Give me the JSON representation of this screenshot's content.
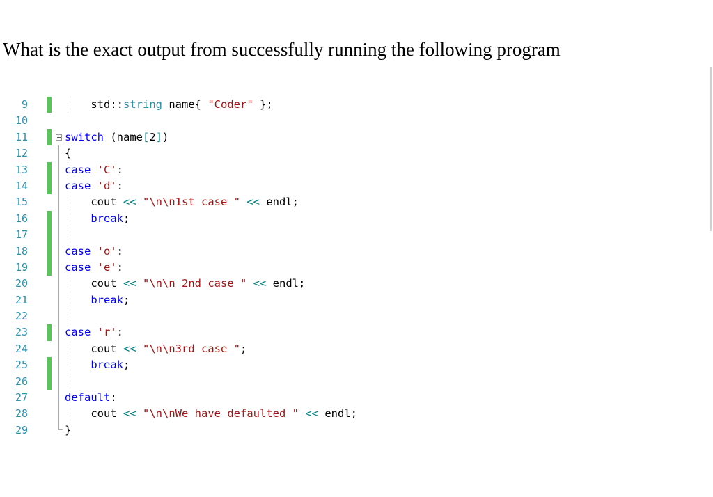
{
  "question": "What is the exact output from successfully running the following program",
  "code_lines": [
    {
      "num": "9",
      "parts": [
        {
          "t": "    std::",
          "c": "plain"
        },
        {
          "t": "string",
          "c": "ty"
        },
        {
          "t": " name{ ",
          "c": "plain"
        },
        {
          "t": "\"Coder\"",
          "c": "st"
        },
        {
          "t": " };",
          "c": "plain"
        }
      ]
    },
    {
      "num": "10",
      "parts": []
    },
    {
      "num": "11",
      "parts": [
        {
          "t": "switch",
          "c": "kw"
        },
        {
          "t": " (name",
          "c": "plain"
        },
        {
          "t": "[",
          "c": "op"
        },
        {
          "t": "2",
          "c": "plain"
        },
        {
          "t": "]",
          "c": "op"
        },
        {
          "t": ")",
          "c": "plain"
        }
      ]
    },
    {
      "num": "12",
      "parts": [
        {
          "t": "{",
          "c": "plain"
        }
      ]
    },
    {
      "num": "13",
      "parts": [
        {
          "t": "case",
          "c": "kw"
        },
        {
          "t": " ",
          "c": "plain"
        },
        {
          "t": "'C'",
          "c": "st"
        },
        {
          "t": ":",
          "c": "plain"
        }
      ]
    },
    {
      "num": "14",
      "parts": [
        {
          "t": "case",
          "c": "kw"
        },
        {
          "t": " ",
          "c": "plain"
        },
        {
          "t": "'d'",
          "c": "st"
        },
        {
          "t": ":",
          "c": "plain"
        }
      ]
    },
    {
      "num": "15",
      "parts": [
        {
          "t": "    cout ",
          "c": "plain"
        },
        {
          "t": "<<",
          "c": "op"
        },
        {
          "t": " ",
          "c": "plain"
        },
        {
          "t": "\"\\n\\n1st case \"",
          "c": "st"
        },
        {
          "t": " ",
          "c": "plain"
        },
        {
          "t": "<<",
          "c": "op"
        },
        {
          "t": " endl;",
          "c": "plain"
        }
      ]
    },
    {
      "num": "16",
      "parts": [
        {
          "t": "    ",
          "c": "plain"
        },
        {
          "t": "break",
          "c": "kw"
        },
        {
          "t": ";",
          "c": "plain"
        }
      ]
    },
    {
      "num": "17",
      "parts": []
    },
    {
      "num": "18",
      "parts": [
        {
          "t": "case",
          "c": "kw"
        },
        {
          "t": " ",
          "c": "plain"
        },
        {
          "t": "'o'",
          "c": "st"
        },
        {
          "t": ":",
          "c": "plain"
        }
      ]
    },
    {
      "num": "19",
      "parts": [
        {
          "t": "case",
          "c": "kw"
        },
        {
          "t": " ",
          "c": "plain"
        },
        {
          "t": "'e'",
          "c": "st"
        },
        {
          "t": ":",
          "c": "plain"
        }
      ]
    },
    {
      "num": "20",
      "parts": [
        {
          "t": "    cout ",
          "c": "plain"
        },
        {
          "t": "<<",
          "c": "op"
        },
        {
          "t": " ",
          "c": "plain"
        },
        {
          "t": "\"\\n\\n 2nd case \"",
          "c": "st"
        },
        {
          "t": " ",
          "c": "plain"
        },
        {
          "t": "<<",
          "c": "op"
        },
        {
          "t": " endl;",
          "c": "plain"
        }
      ]
    },
    {
      "num": "21",
      "parts": [
        {
          "t": "    ",
          "c": "plain"
        },
        {
          "t": "break",
          "c": "kw"
        },
        {
          "t": ";",
          "c": "plain"
        }
      ]
    },
    {
      "num": "22",
      "parts": []
    },
    {
      "num": "23",
      "parts": [
        {
          "t": "case",
          "c": "kw"
        },
        {
          "t": " ",
          "c": "plain"
        },
        {
          "t": "'r'",
          "c": "st"
        },
        {
          "t": ":",
          "c": "plain"
        }
      ]
    },
    {
      "num": "24",
      "parts": [
        {
          "t": "    cout ",
          "c": "plain"
        },
        {
          "t": "<<",
          "c": "op"
        },
        {
          "t": " ",
          "c": "plain"
        },
        {
          "t": "\"\\n\\n3rd case \"",
          "c": "st"
        },
        {
          "t": ";",
          "c": "plain"
        }
      ]
    },
    {
      "num": "25",
      "parts": [
        {
          "t": "    ",
          "c": "plain"
        },
        {
          "t": "break",
          "c": "kw"
        },
        {
          "t": ";",
          "c": "plain"
        }
      ]
    },
    {
      "num": "26",
      "parts": []
    },
    {
      "num": "27",
      "parts": [
        {
          "t": "default",
          "c": "kw"
        },
        {
          "t": ":",
          "c": "plain"
        }
      ]
    },
    {
      "num": "28",
      "parts": [
        {
          "t": "    cout ",
          "c": "plain"
        },
        {
          "t": "<<",
          "c": "op"
        },
        {
          "t": " ",
          "c": "plain"
        },
        {
          "t": "\"\\n\\nWe have defaulted \"",
          "c": "st"
        },
        {
          "t": " ",
          "c": "plain"
        },
        {
          "t": "<<",
          "c": "op"
        },
        {
          "t": " endl;",
          "c": "plain"
        }
      ]
    },
    {
      "num": "29",
      "parts": [
        {
          "t": "}",
          "c": "plain"
        }
      ]
    }
  ],
  "changed_lines": [
    "9",
    "11",
    "13",
    "14",
    "16",
    "17",
    "18",
    "19",
    "23",
    "25",
    "26"
  ],
  "colors": {
    "line_number": "#2b91af",
    "keyword": "#0000ff",
    "type": "#2b91af",
    "string": "#a31515",
    "operator": "#008080",
    "change_bar": "#57c55a"
  }
}
